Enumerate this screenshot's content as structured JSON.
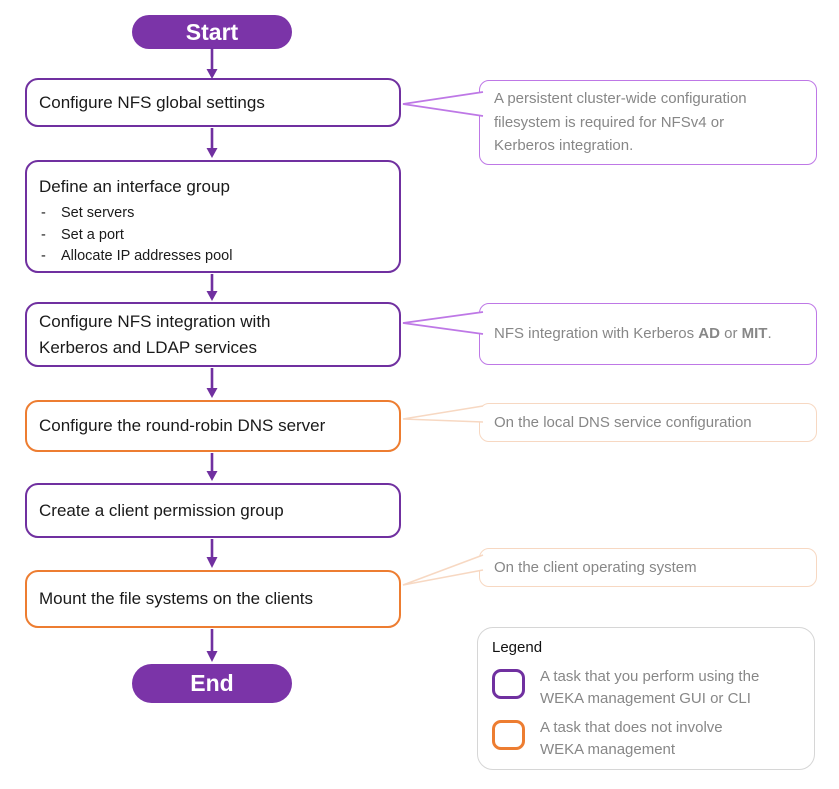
{
  "palette": {
    "purple": "#7030A0",
    "purpleFill": "#7B34A8",
    "purpleLight": "#BE78E6",
    "orange": "#ED7D31",
    "orangeLight": "#F7D8C2",
    "grayText": "#878787",
    "legendBorder": "#D6D6D6",
    "ink": "#1A1A1A"
  },
  "terminators": {
    "start": "Start",
    "end": "End"
  },
  "bullet_marker": "-",
  "steps": [
    {
      "label": "Configure NFS global settings",
      "type": "weka"
    },
    {
      "label": "Define an interface group",
      "type": "weka",
      "bullets": [
        "Set servers",
        "Set a port",
        "Allocate IP addresses pool"
      ]
    },
    {
      "label_lines": [
        "Configure NFS integration with",
        "Kerberos and LDAP services"
      ],
      "type": "weka"
    },
    {
      "label": "Configure the round-robin DNS server",
      "type": "external"
    },
    {
      "label": "Create a client permission group",
      "type": "weka"
    },
    {
      "label": "Mount the file systems on the clients",
      "type": "external"
    }
  ],
  "callouts": [
    {
      "style": "purple",
      "lines": [
        "A persistent cluster-wide configuration",
        "filesystem is required for NFSv4 or",
        "Kerberos integration."
      ]
    },
    {
      "style": "purple",
      "parts": {
        "pre": "NFS integration with Kerberos ",
        "bold1": "AD",
        "mid": " or ",
        "bold2": "MIT",
        "end": "."
      }
    },
    {
      "style": "orange",
      "lines": [
        "On the local DNS service configuration"
      ]
    },
    {
      "style": "orange",
      "lines": [
        "On the client operating system"
      ]
    }
  ],
  "legend": {
    "title": "Legend",
    "items": [
      {
        "swatch": "purple",
        "lines": [
          "A task that you perform using the",
          "WEKA management GUI or CLI"
        ]
      },
      {
        "swatch": "orange",
        "lines": [
          "A task that does not involve",
          "WEKA management"
        ]
      }
    ]
  }
}
